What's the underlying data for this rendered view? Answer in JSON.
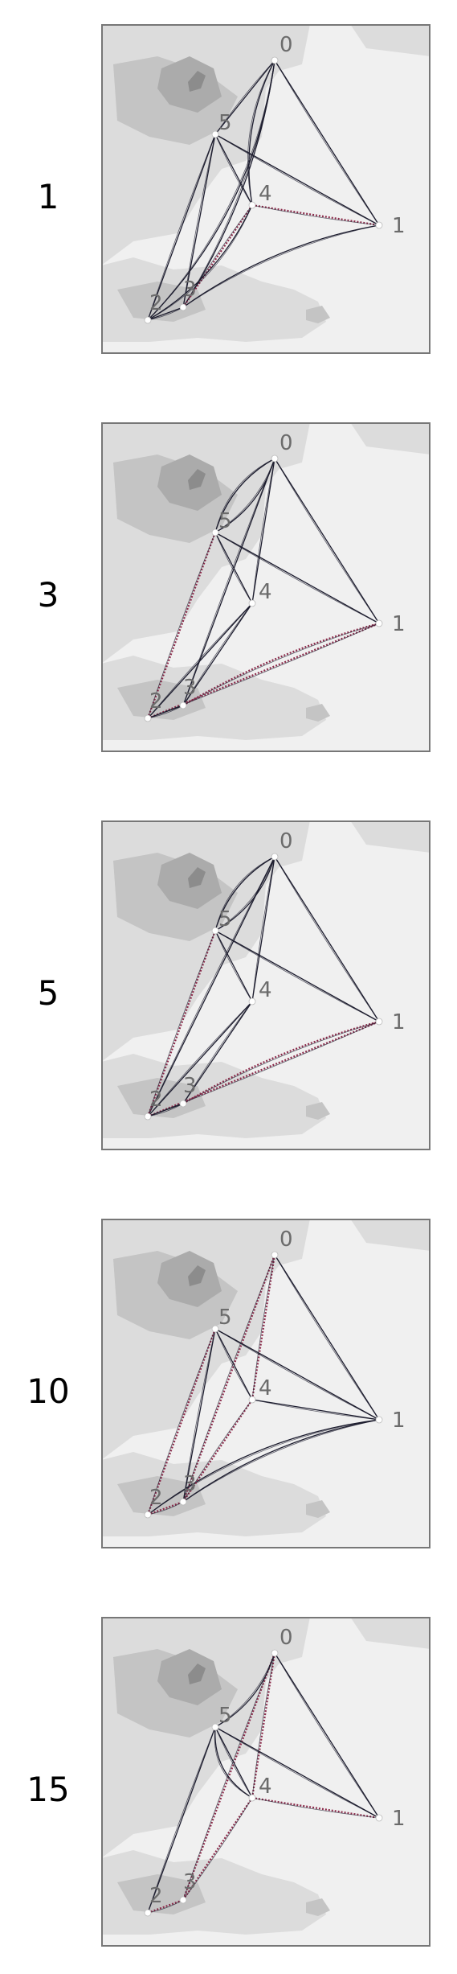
{
  "colors": {
    "background": "#ffffff",
    "terrain_light": "#f0f0f0",
    "terrain_mid": "#dcdcdc",
    "terrain_dark": "#c4c4c4",
    "terrain_darker": "#ababab",
    "route_line": "#1c1c2e",
    "route_highlight": "#8b2a4a",
    "node_fill": "#ffffff",
    "frame": "#777777"
  },
  "rows": [
    {
      "label": "1"
    },
    {
      "label": "3"
    },
    {
      "label": "5"
    },
    {
      "label": "10"
    },
    {
      "label": "15"
    }
  ],
  "node_labels": [
    "0",
    "1",
    "2",
    "3",
    "4",
    "5"
  ]
}
